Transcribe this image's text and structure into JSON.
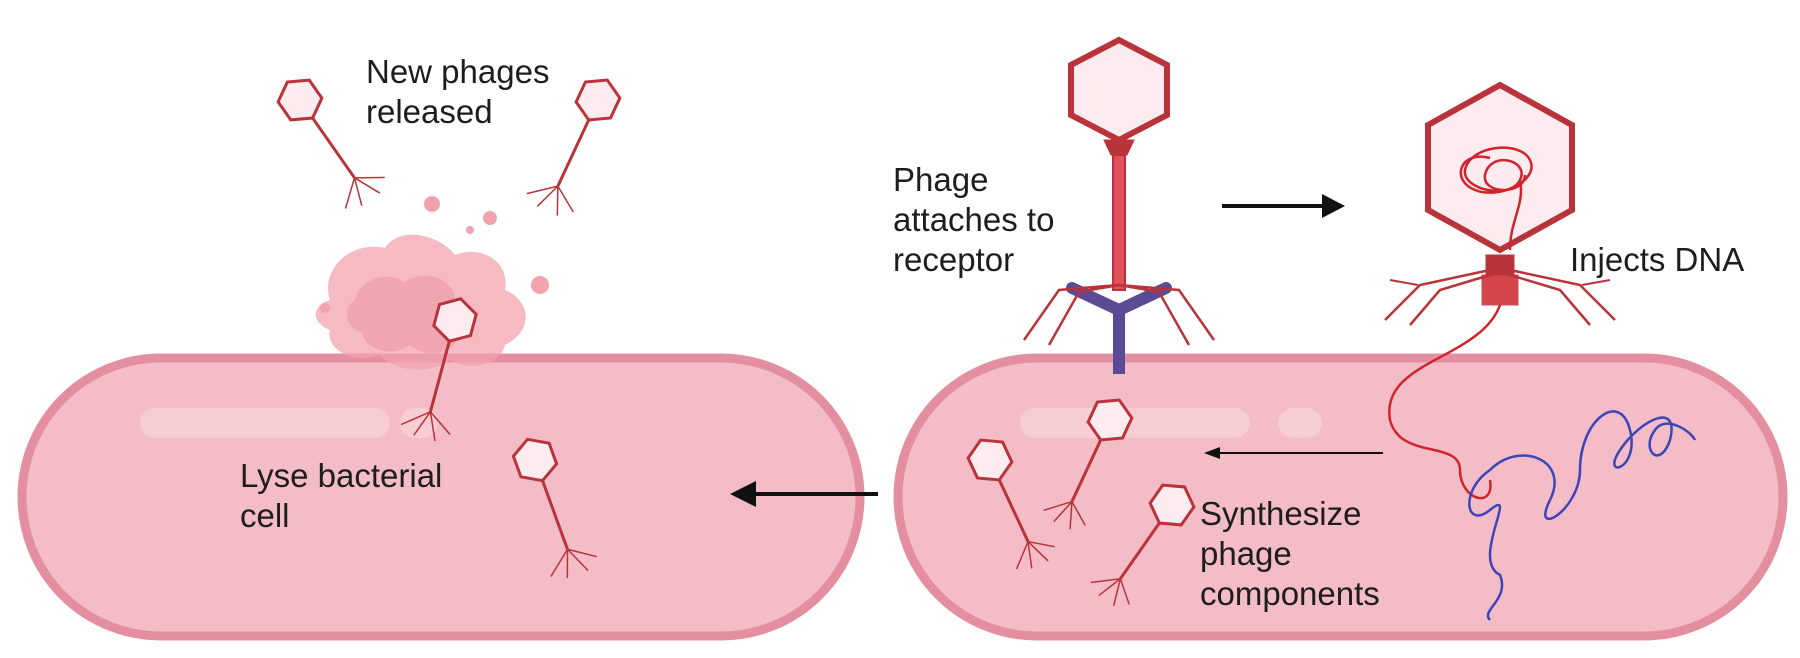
{
  "labels": {
    "new_phages": "New phages\nreleased",
    "phage_attaches": "Phage\nattaches to\nreceptor",
    "injects_dna": "Injects DNA",
    "lyse_cell": "Lyse bacterial\ncell",
    "synthesize": "Synthesize\nphage\ncomponents"
  },
  "colors": {
    "cell_fill": "#f4bcc6",
    "cell_border": "#e48fa0",
    "phage_stroke": "#b8343a",
    "phage_head_fill": "#fcecef",
    "receptor": "#5b4a96",
    "host_dna": "#3c45b8",
    "phage_dna": "#d0242c",
    "arrow": "#111111",
    "lysis_debris": "#f1a3ae"
  }
}
